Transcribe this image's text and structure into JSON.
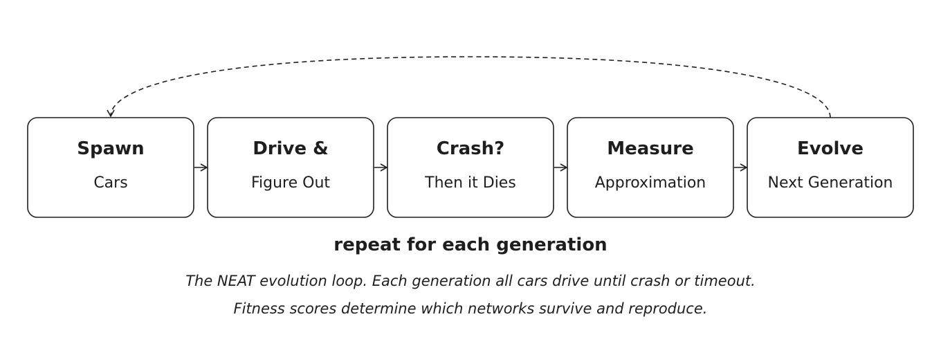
{
  "diagram": {
    "stages": [
      {
        "title": "Spawn",
        "subtitle": "Cars"
      },
      {
        "title": "Drive &",
        "subtitle": "Figure Out"
      },
      {
        "title": "Crash?",
        "subtitle": "Then it Dies"
      },
      {
        "title": "Measure",
        "subtitle": "Approximation"
      },
      {
        "title": "Evolve",
        "subtitle": "Next Generation"
      }
    ],
    "loop_label": "repeat for each generation"
  },
  "caption": {
    "line1": "The NEAT evolution loop. Each generation all cars drive until crash or timeout.",
    "line2": "Fitness scores determine which networks survive and reproduce."
  },
  "colors": {
    "stroke": "#1e1e1e",
    "background": "#ffffff"
  }
}
